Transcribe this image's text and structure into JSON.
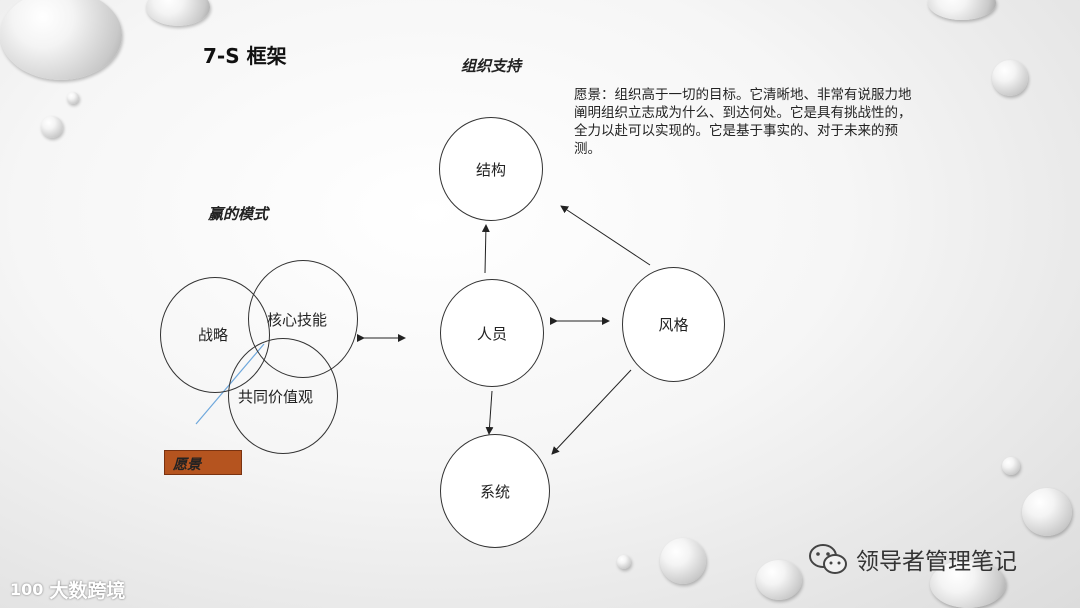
{
  "slide": {
    "title": "7-S 框架"
  },
  "labels": {
    "org_support": "组织支持",
    "win_mode": "赢的模式"
  },
  "description": "愿景：组织高于一切的目标。它清晰地、非常有说服力地阐明组织立志成为什么、到达何处。它是具有挑战性的，全力以赴可以实现的。它是基于事实的、对于未来的预测。",
  "nodes": {
    "structure": "结构",
    "people": "人员",
    "style": "风格",
    "system": "系统"
  },
  "venn": {
    "strategy": "战略",
    "core_skills": "核心技能",
    "shared_values": "共同价值观"
  },
  "vision_box": "愿景",
  "watermarks": {
    "right_text": "领导者管理笔记",
    "left_logo": "100",
    "left_text": "大数跨境"
  },
  "colors": {
    "vision_box": "#b5541f",
    "vision_line": "#6fa8dc"
  }
}
